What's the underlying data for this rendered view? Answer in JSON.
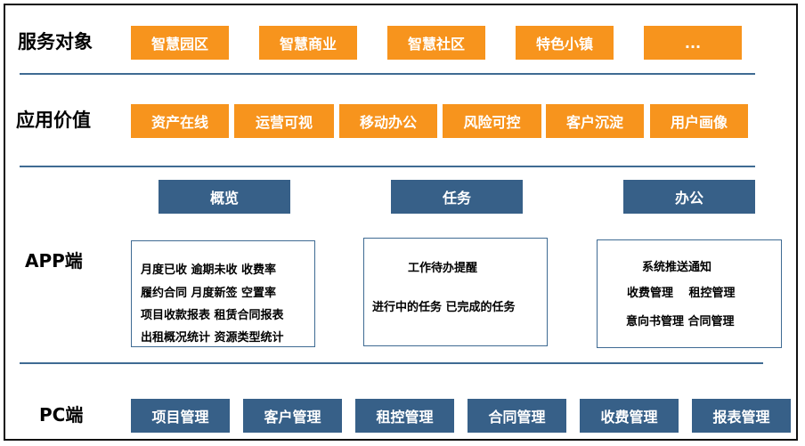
{
  "sections": {
    "service_targets": {
      "label": "服务对象",
      "items": [
        "智慧园区",
        "智慧商业",
        "智慧社区",
        "特色小镇",
        "..."
      ]
    },
    "application_value": {
      "label": "应用价值",
      "items": [
        "资产在线",
        "运营可视",
        "移动办公",
        "风险可控",
        "客户沉淀",
        "用户画像"
      ]
    },
    "app": {
      "label": "APP端",
      "modules": [
        {
          "title": "概览",
          "lines": [
            "月度已收 逾期未收 收费率",
            "履约合同 月度新签 空置率",
            "项目收款报表 租赁合同报表",
            "出租概况统计 资源类型统计"
          ]
        },
        {
          "title": "任务",
          "lines": [
            "工作待办提醒",
            "进行中的任务 已完成的任务"
          ]
        },
        {
          "title": "办公",
          "lines": [
            "系统推送通知",
            "收费管理　 租控管理",
            "意向书管理 合同管理"
          ]
        }
      ]
    },
    "pc": {
      "label": "PC端",
      "items": [
        "项目管理",
        "客户管理",
        "租控管理",
        "合同管理",
        "收费管理",
        "报表管理"
      ]
    }
  },
  "colors": {
    "orange": "#f7941d",
    "blue": "#376088",
    "divider": "#3f6b93"
  }
}
